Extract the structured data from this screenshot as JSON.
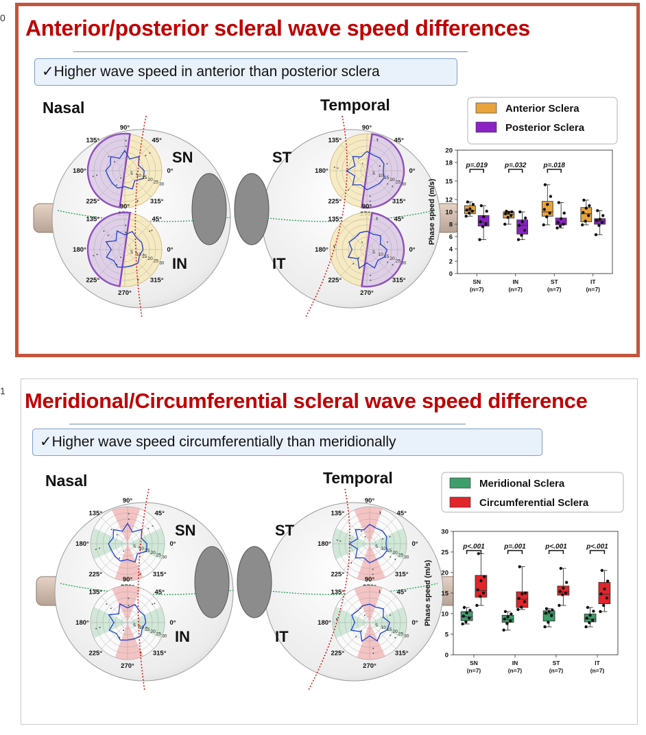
{
  "edge_numbers": [
    "0",
    "1"
  ],
  "panels": [
    {
      "title": "Anterior/posterior scleral wave speed differences",
      "highlight": "✓Higher wave speed in anterior than posterior sclera",
      "side_labels": [
        "Nasal",
        "Temporal"
      ],
      "quadrant_labels": [
        "SN",
        "IN",
        "ST",
        "IT"
      ],
      "angle_labels": [
        "90°",
        "45°",
        "0°",
        "315°",
        "270°",
        "225°",
        "180°",
        "135°"
      ],
      "radial_labels": [
        "5",
        "10",
        "15",
        "20",
        "25",
        "30"
      ],
      "chart_data": {
        "type": "box",
        "ylabel": "Phase speed (m/s)",
        "ylim": [
          0,
          20
        ],
        "yticks": [
          0,
          2,
          4,
          6,
          8,
          10,
          12,
          15,
          18,
          20
        ],
        "categories": [
          "SN\n(n=7)",
          "IN\n(n=7)",
          "ST\n(n=7)",
          "IT\n(n=7)"
        ],
        "legend_placement": "top",
        "series": [
          {
            "name": "Anterior Sclera",
            "color": "#e8a33d",
            "boxes": [
              {
                "min": 9.3,
                "q1": 9.7,
                "median": 10.2,
                "q3": 11.0,
                "max": 11.6,
                "points": [
                  9.3,
                  9.8,
                  10.1,
                  10.3,
                  10.5,
                  11.2,
                  11.6
                ]
              },
              {
                "min": 8.0,
                "q1": 9.0,
                "median": 9.6,
                "q3": 10.0,
                "max": 10.1,
                "points": [
                  8.0,
                  9.1,
                  9.4,
                  9.7,
                  9.9,
                  10.0,
                  10.1
                ]
              },
              {
                "min": 7.9,
                "q1": 9.3,
                "median": 10.0,
                "q3": 11.7,
                "max": 14.4,
                "points": [
                  7.9,
                  9.2,
                  9.8,
                  10.4,
                  11.2,
                  12.5,
                  14.4
                ]
              },
              {
                "min": 7.9,
                "q1": 8.4,
                "median": 9.7,
                "q3": 10.7,
                "max": 11.9,
                "points": [
                  7.9,
                  8.5,
                  9.4,
                  9.9,
                  10.6,
                  11.0,
                  11.9
                ]
              }
            ]
          },
          {
            "name": "Posterior Sclera",
            "color": "#8a22c5",
            "boxes": [
              {
                "min": 5.5,
                "q1": 7.7,
                "median": 8.3,
                "q3": 9.4,
                "max": 11.0,
                "points": [
                  5.5,
                  7.6,
                  8.0,
                  8.4,
                  9.2,
                  10.1,
                  11.0
                ]
              },
              {
                "min": 5.5,
                "q1": 6.4,
                "median": 7.8,
                "q3": 8.7,
                "max": 10.0,
                "points": [
                  5.5,
                  6.2,
                  7.0,
                  7.8,
                  8.4,
                  9.0,
                  10.0
                ]
              },
              {
                "min": 7.4,
                "q1": 7.9,
                "median": 8.1,
                "q3": 9.0,
                "max": 11.5,
                "points": [
                  7.4,
                  7.7,
                  8.0,
                  8.3,
                  8.9,
                  9.8,
                  11.5
                ]
              },
              {
                "min": 6.3,
                "q1": 8.0,
                "median": 8.5,
                "q3": 8.9,
                "max": 10.2,
                "points": [
                  6.3,
                  7.8,
                  8.3,
                  8.6,
                  8.8,
                  9.4,
                  10.2
                ]
              }
            ]
          }
        ],
        "annotations": [
          {
            "text": "p=.019",
            "category": 0
          },
          {
            "text": "p=.032",
            "category": 1
          },
          {
            "text": "p=.018",
            "category": 2
          }
        ]
      }
    },
    {
      "title": "Meridional/Circumferential scleral wave speed difference",
      "highlight": "✓Higher wave speed circumferentially than meridionally",
      "side_labels": [
        "Nasal",
        "Temporal"
      ],
      "quadrant_labels": [
        "SN",
        "IN",
        "ST",
        "IT"
      ],
      "angle_labels": [
        "90°",
        "45°",
        "0°",
        "315°",
        "270°",
        "225°",
        "180°",
        "135°"
      ],
      "radial_labels": [
        "5",
        "10",
        "15",
        "20",
        "25",
        "30"
      ],
      "chart_data": {
        "type": "box",
        "ylabel": "Phase speed (m/s)",
        "ylim": [
          0,
          30
        ],
        "yticks": [
          0,
          5,
          10,
          15,
          20,
          25,
          30
        ],
        "categories": [
          "SN\n(n=7)",
          "IN\n(n=7)",
          "ST\n(n=7)",
          "IT\n(n=7)"
        ],
        "legend_placement": "top",
        "series": [
          {
            "name": "Meridional Sclera",
            "color": "#3e9e6b",
            "boxes": [
              {
                "min": 7.5,
                "q1": 8.3,
                "median": 9.2,
                "q3": 10.5,
                "max": 11.5,
                "points": [
                  7.5,
                  8.0,
                  8.9,
                  9.4,
                  10.2,
                  10.8,
                  11.5
                ]
              },
              {
                "min": 6.0,
                "q1": 7.9,
                "median": 8.6,
                "q3": 9.6,
                "max": 10.5,
                "points": [
                  6.0,
                  7.6,
                  8.2,
                  8.7,
                  9.2,
                  9.9,
                  10.5
                ]
              },
              {
                "min": 6.8,
                "q1": 8.2,
                "median": 10.0,
                "q3": 10.7,
                "max": 11.2,
                "points": [
                  6.8,
                  7.9,
                  9.5,
                  10.1,
                  10.5,
                  10.9,
                  11.2
                ]
              },
              {
                "min": 6.8,
                "q1": 8.0,
                "median": 8.7,
                "q3": 9.9,
                "max": 11.5,
                "points": [
                  6.8,
                  7.8,
                  8.4,
                  8.9,
                  9.6,
                  10.6,
                  11.5
                ]
              }
            ]
          },
          {
            "name": "Circumferential Sclera",
            "color": "#e0252b",
            "boxes": [
              {
                "min": 12.0,
                "q1": 14.0,
                "median": 15.6,
                "q3": 19.3,
                "max": 24.6,
                "points": [
                  12.0,
                  14.2,
                  15.0,
                  15.8,
                  18.0,
                  19.0,
                  24.6
                ]
              },
              {
                "min": 11.0,
                "q1": 11.5,
                "median": 13.5,
                "q3": 15.3,
                "max": 21.4,
                "points": [
                  11.0,
                  11.6,
                  12.9,
                  13.7,
                  14.8,
                  15.0,
                  21.4
                ]
              },
              {
                "min": 12.0,
                "q1": 14.5,
                "median": 15.3,
                "q3": 16.7,
                "max": 21.0,
                "points": [
                  12.0,
                  14.6,
                  15.0,
                  15.4,
                  16.2,
                  17.6,
                  21.0
                ]
              },
              {
                "min": 10.5,
                "q1": 12.4,
                "median": 14.7,
                "q3": 17.6,
                "max": 20.5,
                "points": [
                  10.5,
                  12.0,
                  13.8,
                  14.8,
                  16.0,
                  17.9,
                  20.5
                ]
              }
            ]
          }
        ],
        "annotations": [
          {
            "text": "p<.001",
            "category": 0
          },
          {
            "text": "p=.001",
            "category": 1
          },
          {
            "text": "p<.001",
            "category": 2
          },
          {
            "text": "p<.001",
            "category": 3
          }
        ]
      }
    }
  ]
}
